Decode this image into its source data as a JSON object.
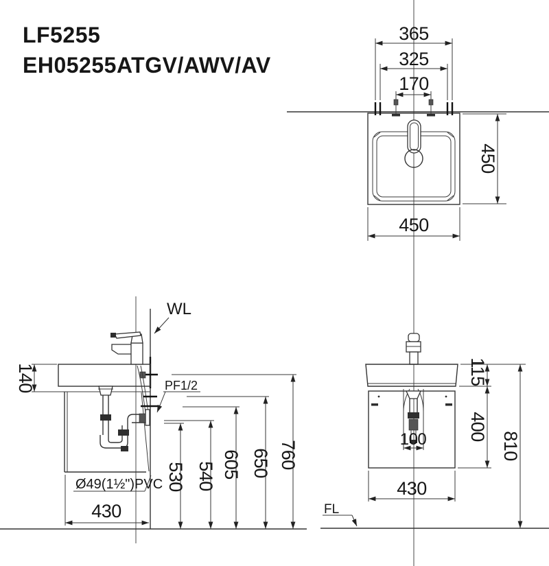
{
  "colors": {
    "ink": "#161616",
    "line": "#333333",
    "background": "#ffffff"
  },
  "title": {
    "model": "LF5255",
    "variants": "EH05255ATGV/AWV/AV"
  },
  "top_view": {
    "dims": {
      "overall_width": "365",
      "mid_width": "325",
      "tap_hole_spacing": "170",
      "depth": "450",
      "basin_width": "450"
    }
  },
  "side_view": {
    "labels": {
      "wall_line": "WL",
      "water_supply": "PF1/2",
      "drain_pipe": "Ø49(1½\")PVC"
    },
    "dims": {
      "basin_height": "140",
      "depth": "430",
      "supply_height": "530",
      "drain_height": "540",
      "height_605": "605",
      "height_650": "650",
      "mount_height": "760"
    }
  },
  "front_view": {
    "labels": {
      "floor_line": "FL"
    },
    "dims": {
      "apron_height": "115",
      "cabinet_height": "400",
      "overall_height": "810",
      "trap_offset": "100",
      "width": "430"
    }
  }
}
